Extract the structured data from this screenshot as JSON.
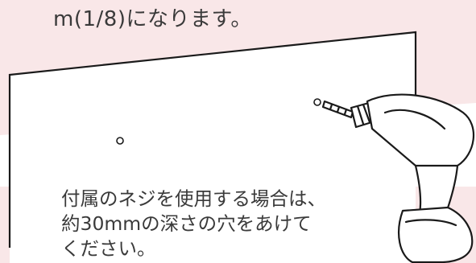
{
  "header_text": "m(1/8)になります。",
  "note_lines": [
    "付属のネジを使用する場合は、",
    "約30mmの深さの穴をあけて",
    "ください。"
  ],
  "colors": {
    "text": "#3a3a3a",
    "pink_band": "#f9e7e8",
    "line": "#1a1a1a"
  },
  "icons": [
    "drill-icon",
    "screw-hole-icon"
  ]
}
